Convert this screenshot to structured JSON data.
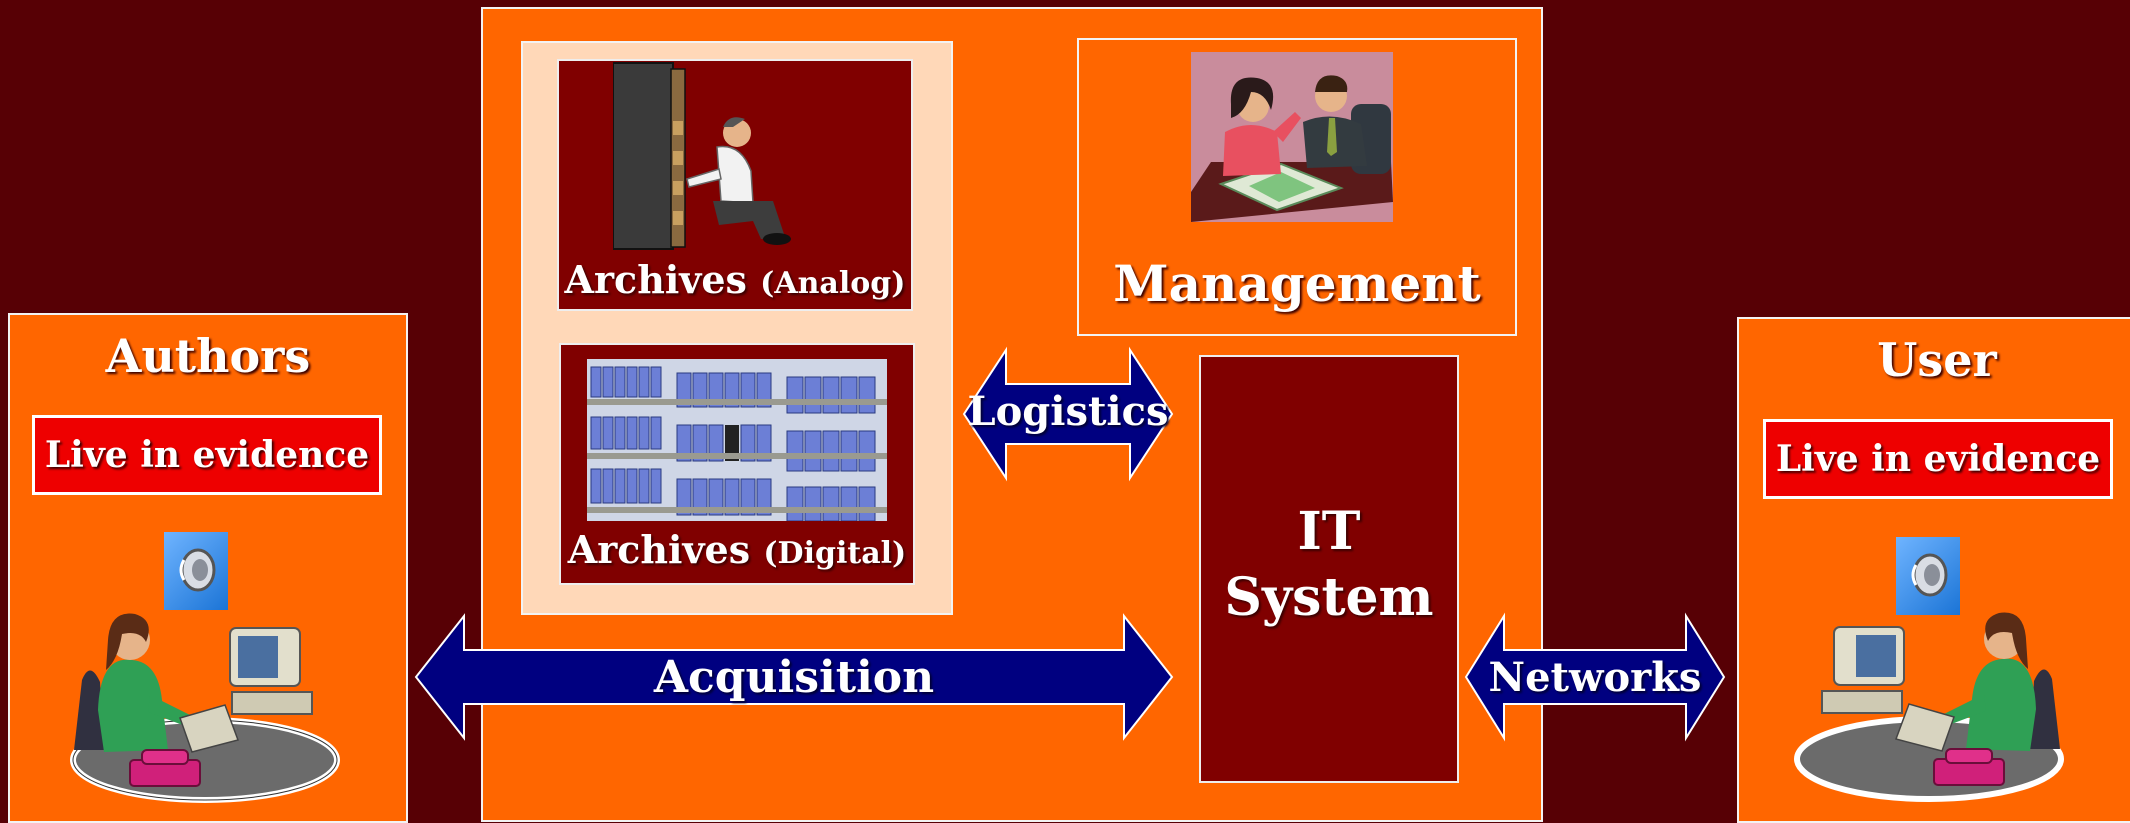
{
  "authors": {
    "title": "Authors",
    "badge": "Live in evidence",
    "person_icon": "person-at-computer-icon",
    "speaker_icon": "speaker-icon"
  },
  "user": {
    "title": "User",
    "badge": "Live in evidence",
    "person_icon": "person-at-computer-icon",
    "speaker_icon": "speaker-icon"
  },
  "archives_analog": {
    "label": "Archives",
    "qualifier": "(Analog)",
    "icon": "archivist-cabinet-icon"
  },
  "archives_digital": {
    "label": "Archives",
    "qualifier": "(Digital)",
    "icon": "digital-shelves-icon"
  },
  "management": {
    "title": "Management",
    "icon": "meeting-people-icon"
  },
  "it_system": {
    "line1": "IT",
    "line2": "System"
  },
  "arrows": {
    "logistics": "Logistics",
    "acquisition": "Acquisition",
    "networks": "Networks"
  },
  "colors": {
    "background": "#570005",
    "panel_orange": "#ff6600",
    "dark_red": "#800000",
    "arrow_navy": "#000080",
    "badge_red": "#ee0000",
    "archive_frame": "#ffd8b8"
  }
}
